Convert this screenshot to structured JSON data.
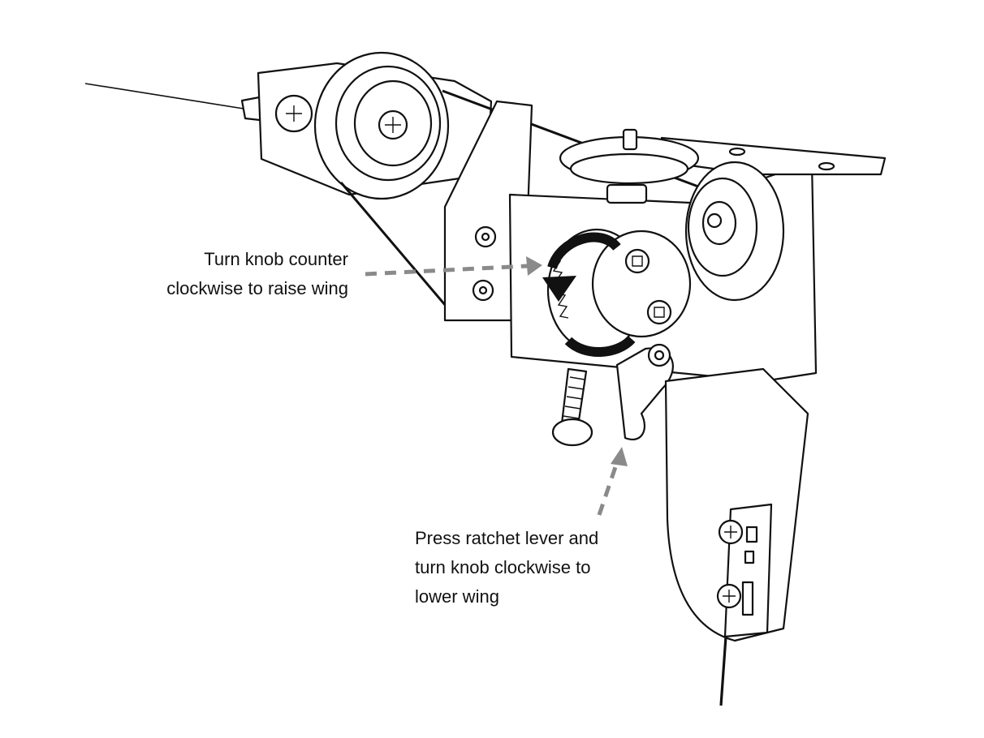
{
  "callouts": {
    "raise_wing": {
      "line1": "Turn knob counter",
      "line2": "clockwise to raise wing"
    },
    "lower_wing": {
      "line1": "Press ratchet lever and",
      "line2": "turn knob clockwise to",
      "line3": "lower wing"
    }
  },
  "colors": {
    "outline": "#111111",
    "arrow": "#8a8a8a",
    "background": "#ffffff"
  }
}
